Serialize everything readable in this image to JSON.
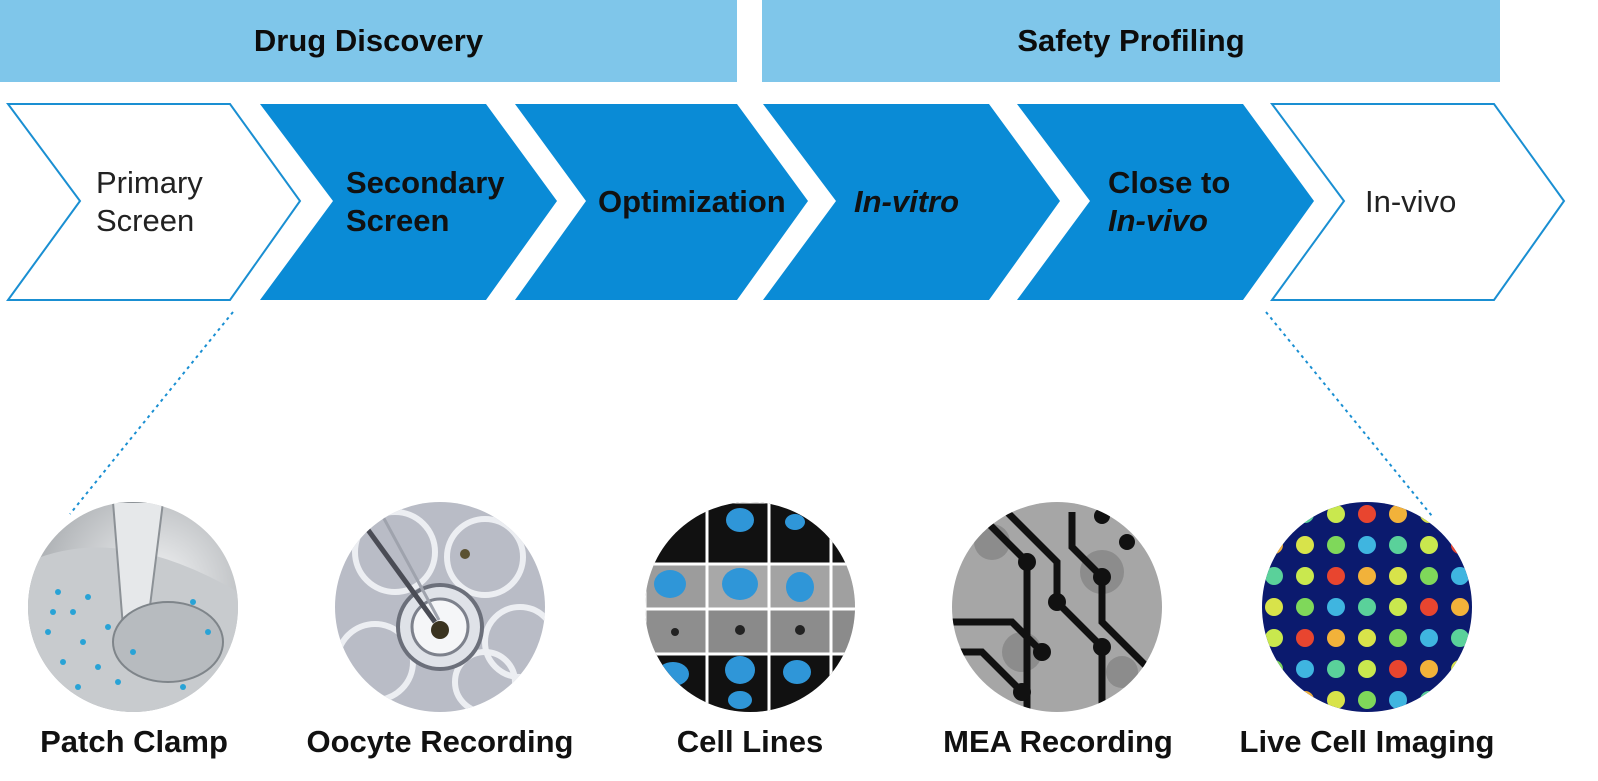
{
  "phases": {
    "drug_discovery": "Drug Discovery",
    "safety_profiling": "Safety Profiling"
  },
  "steps": [
    {
      "line1": "Primary",
      "line2": "Screen"
    },
    {
      "line1": "Secondary",
      "line2": "Screen"
    },
    {
      "line1": "Optimization"
    },
    {
      "line1": "In-vitro"
    },
    {
      "line1": "Close to",
      "line2": "In-vivo"
    },
    {
      "line1": "In-vivo"
    }
  ],
  "methods": [
    {
      "caption": "Patch Clamp"
    },
    {
      "caption": "Oocyte Recording"
    },
    {
      "caption": "Cell Lines"
    },
    {
      "caption": "MEA Recording"
    },
    {
      "caption": "Live Cell Imaging"
    }
  ],
  "colors": {
    "band": "#7fc6ea",
    "arrow_fill": "#0a8bd6",
    "arrow_outline": "#1a8fd2"
  }
}
